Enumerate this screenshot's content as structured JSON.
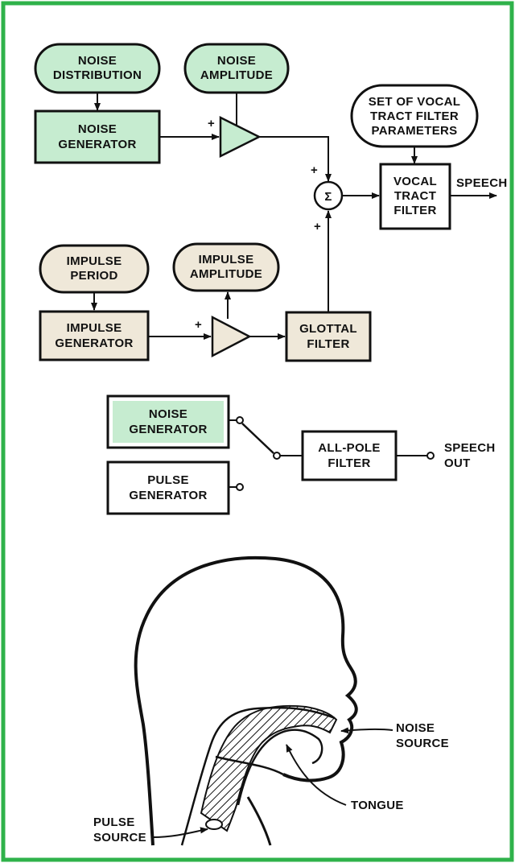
{
  "colors": {
    "border_green": "#2fb24a",
    "fill_green": "#c6ecd0",
    "fill_tan": "#efe8d9",
    "ink": "#111111"
  },
  "diagram1": {
    "noise_distribution": [
      "NOISE",
      "DISTRIBUTION"
    ],
    "noise_amplitude": [
      "NOISE",
      "AMPLITUDE"
    ],
    "noise_generator": [
      "NOISE",
      "GENERATOR"
    ],
    "vocal_params": [
      "SET OF VOCAL",
      "TRACT FILTER",
      "PARAMETERS"
    ],
    "summer_symbol": "Σ",
    "vocal_tract_filter": [
      "VOCAL",
      "TRACT",
      "FILTER"
    ],
    "speech": "SPEECH",
    "impulse_period": [
      "IMPULSE",
      "PERIOD"
    ],
    "impulse_amplitude": [
      "IMPULSE",
      "AMPLITUDE"
    ],
    "impulse_generator": [
      "IMPULSE",
      "GENERATOR"
    ],
    "glottal_filter": [
      "GLOTTAL",
      "FILTER"
    ],
    "plus_sign": "+"
  },
  "diagram2": {
    "noise_generator": [
      "NOISE",
      "GENERATOR"
    ],
    "pulse_generator": [
      "PULSE",
      "GENERATOR"
    ],
    "all_pole_filter": [
      "ALL-POLE",
      "FILTER"
    ],
    "speech_out": [
      "SPEECH",
      "OUT"
    ]
  },
  "diagram3": {
    "noise_source": [
      "NOISE",
      "SOURCE"
    ],
    "tongue": "TONGUE",
    "pulse_source": [
      "PULSE",
      "SOURCE"
    ]
  }
}
